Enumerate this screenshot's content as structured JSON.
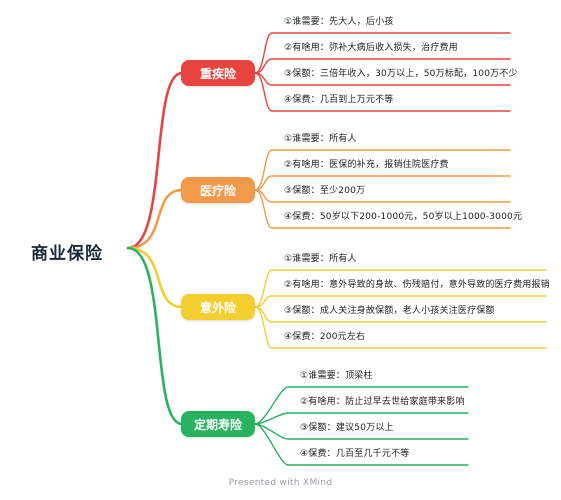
{
  "root": {
    "label": "商业保险"
  },
  "colors": {
    "red": "#e8443f",
    "orange": "#f2994a",
    "yellow": "#f2cf2e",
    "green": "#27b35f"
  },
  "branches": [
    {
      "label": "重疾险",
      "items": [
        "①谁需要：先大人，后小孩",
        "②有啥用：弥补大病后收入损失，治疗费用",
        "③保额：三倍年收入，30万以上，50万标配，100万不少",
        "④保费：几百到上万元不等"
      ]
    },
    {
      "label": "医疗险",
      "items": [
        "①谁需要：所有人",
        "②有啥用：医保的补充，报销住院医疗费",
        "③保额：至少200万",
        "④保费：50岁以下200-1000元，50岁以上1000-3000元"
      ]
    },
    {
      "label": "意外险",
      "items": [
        "①谁需要：所有人",
        "②有啥用：意外导致的身故、伤残赔付，意外导致的医疗费用报销",
        "③保额：成人关注身故保额，老人小孩关注医疗保额",
        "④保费：200元左右"
      ]
    },
    {
      "label": "定期寿险",
      "items": [
        "①谁需要：顶梁柱",
        "②有啥用：防止过早去世给家庭带来影响",
        "③保额：建议50万以上",
        "④保费：几百至几千元不等"
      ]
    }
  ],
  "watermark": "Presented with XMind"
}
